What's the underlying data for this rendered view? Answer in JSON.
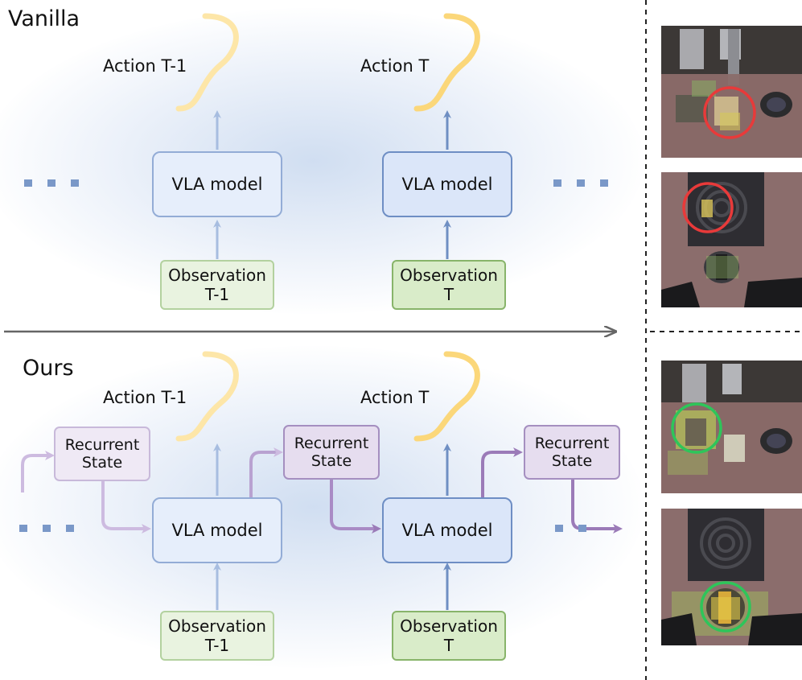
{
  "sections": {
    "vanilla_title": "Vanilla",
    "ours_title": "Ours"
  },
  "labels": {
    "action_prev": "Action T-1",
    "action_curr": "Action T",
    "vla_model": "VLA model",
    "observation": "Observation",
    "obs_prev_suffix": "T-1",
    "obs_curr_suffix": "T",
    "recurrent_line1": "Recurrent",
    "recurrent_line2": "State"
  },
  "colors": {
    "vla_fill": "#dbe6f9",
    "vla_border": "#6e8ec4",
    "observation_fill": "#d9ecc9",
    "recurrent_fill": "#e6ddef",
    "recurrent_arrow": "#9b7bb8",
    "action_curve": "#fbd77a",
    "arrow_blue": "#6f8fc3",
    "fail_circle": "#e83a3a",
    "success_circle": "#2ec55a"
  },
  "thumbnails": [
    {
      "name": "vanilla-scene-top",
      "marker": "red-circle"
    },
    {
      "name": "vanilla-scene-bottom",
      "marker": "red-circle"
    },
    {
      "name": "ours-scene-top",
      "marker": "green-circle"
    },
    {
      "name": "ours-scene-bottom",
      "marker": "green-circle"
    }
  ]
}
